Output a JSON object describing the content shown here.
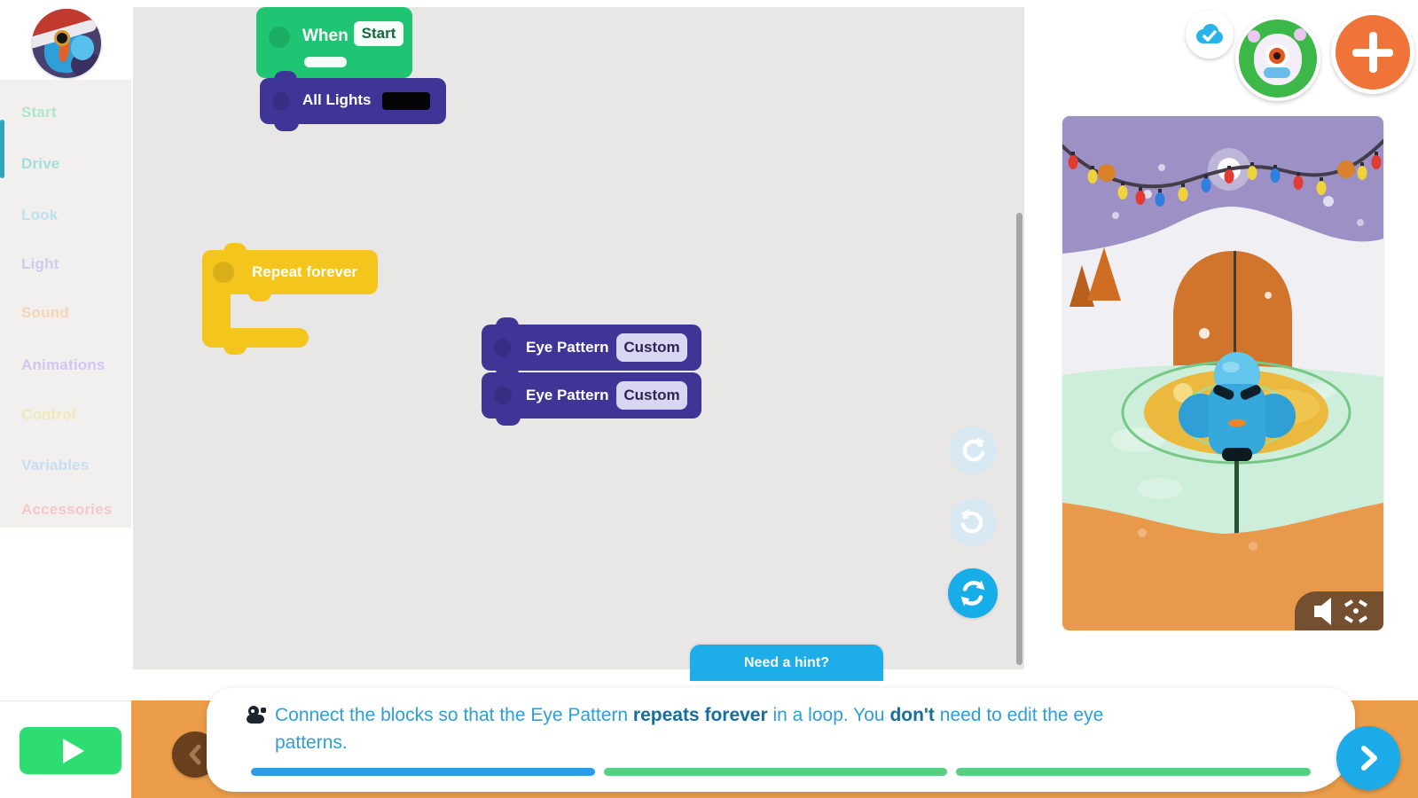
{
  "sidebar": {
    "categories": [
      {
        "label": "Start",
        "color": "#9ce5bd"
      },
      {
        "label": "Drive",
        "color": "#8ad8d4"
      },
      {
        "label": "Look",
        "color": "#abdef4"
      },
      {
        "label": "Light",
        "color": "#c3c0ef"
      },
      {
        "label": "Sound",
        "color": "#f8cba4"
      },
      {
        "label": "Animations",
        "color": "#c9b7ef"
      },
      {
        "label": "Control",
        "color": "#f2e5a4"
      },
      {
        "label": "Variables",
        "color": "#b9d8f1"
      },
      {
        "label": "Accessories",
        "color": "#f6babd"
      }
    ]
  },
  "workspace": {
    "when_block": {
      "label": "When",
      "value": "Start"
    },
    "all_lights_block": {
      "label": "All Lights"
    },
    "repeat_block": {
      "label": "Repeat forever"
    },
    "eye_block_1": {
      "label": "Eye Pattern",
      "value": "Custom"
    },
    "eye_block_2": {
      "label": "Eye Pattern",
      "value": "Custom"
    },
    "hint_button_label": "Need a hint?"
  },
  "footer": {
    "hint": {
      "part1": "Connect the blocks so that the Eye Pattern ",
      "bold1": "repeats forever",
      "part2": " in a loop. You ",
      "bold2": "don't",
      "part3": " need to edit the eye patterns."
    }
  },
  "progress": {
    "segments": [
      {
        "color": "#2e9be6"
      },
      {
        "color": "#55cf82"
      },
      {
        "color": "#55cf82"
      }
    ]
  },
  "colors": {
    "accent_blue": "#1daeea",
    "block_green": "#1fc572",
    "block_purple": "#3f3596",
    "block_yellow": "#f3c51d",
    "footer_orange": "#eb9d4a"
  }
}
